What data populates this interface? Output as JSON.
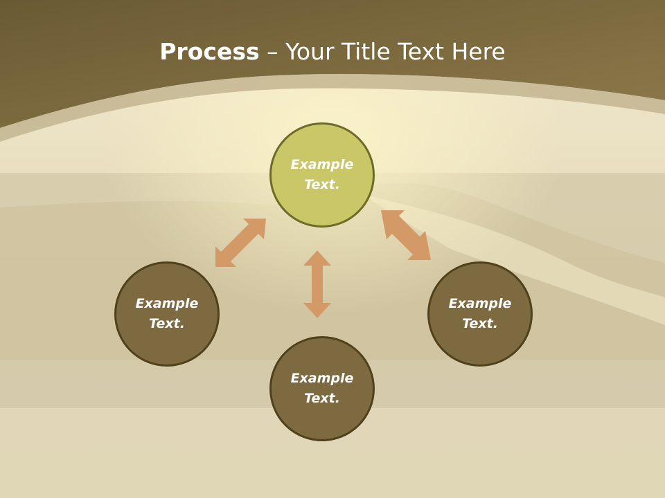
{
  "title": {
    "bold": "Process",
    "rest": " – Your Title Text Here"
  },
  "nodes": {
    "top": "Example Text.",
    "left": "Example Text.",
    "right": "Example Text.",
    "bottom": "Example Text."
  },
  "colors": {
    "header": "#7d6a41",
    "node_highlight": "#c9c767",
    "node": "#7d6a41",
    "node_border": "#50411d",
    "arrow": "#d39a68"
  }
}
